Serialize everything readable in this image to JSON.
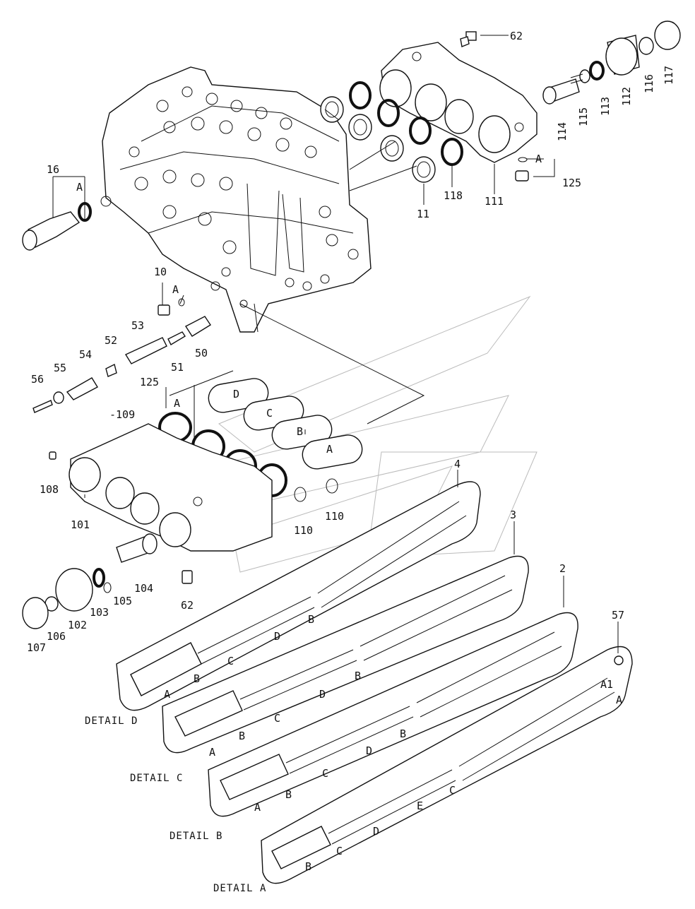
{
  "labels": {
    "p62_top": "62",
    "p117": "117",
    "p116": "116",
    "p112": "112",
    "p113": "113",
    "p115": "115",
    "p114": "114",
    "p111": "111",
    "p118": "118",
    "p11": "11",
    "pA_125_top": "A",
    "p125_top": "125",
    "p16": "16",
    "pA_16": "A",
    "p10": "10",
    "pA_10": "A",
    "p53": "53",
    "p52": "52",
    "p54": "54",
    "p51": "51",
    "p50": "50",
    "p56": "56",
    "p55": "55",
    "p125_mid": "125",
    "pA_125_mid": "A",
    "p109": "-109",
    "p108": "108",
    "p101": "101",
    "p110_a": "110",
    "p110_b": "110",
    "p104": "104",
    "p105": "105",
    "p103": "103",
    "p102": "102",
    "p106": "106",
    "p107": "107",
    "p62_bot": "62",
    "p4": "4",
    "p3": "3",
    "p2": "2",
    "p57": "57",
    "cover_D": "D",
    "cover_C": "C",
    "cover_B": "B",
    "cover_A": "A"
  },
  "details": {
    "d_label": "DETAIL D",
    "c_label": "DETAIL C",
    "b_label": "DETAIL B",
    "a_label": "DETAIL A",
    "d_parts": [
      "A",
      "B",
      "C",
      "D",
      "B"
    ],
    "c_parts": [
      "A",
      "B",
      "C",
      "D",
      "B"
    ],
    "b_parts": [
      "A",
      "B",
      "C",
      "D",
      "B"
    ],
    "a_parts": [
      "B",
      "C",
      "D",
      "E",
      "C",
      "A1",
      "A"
    ]
  }
}
